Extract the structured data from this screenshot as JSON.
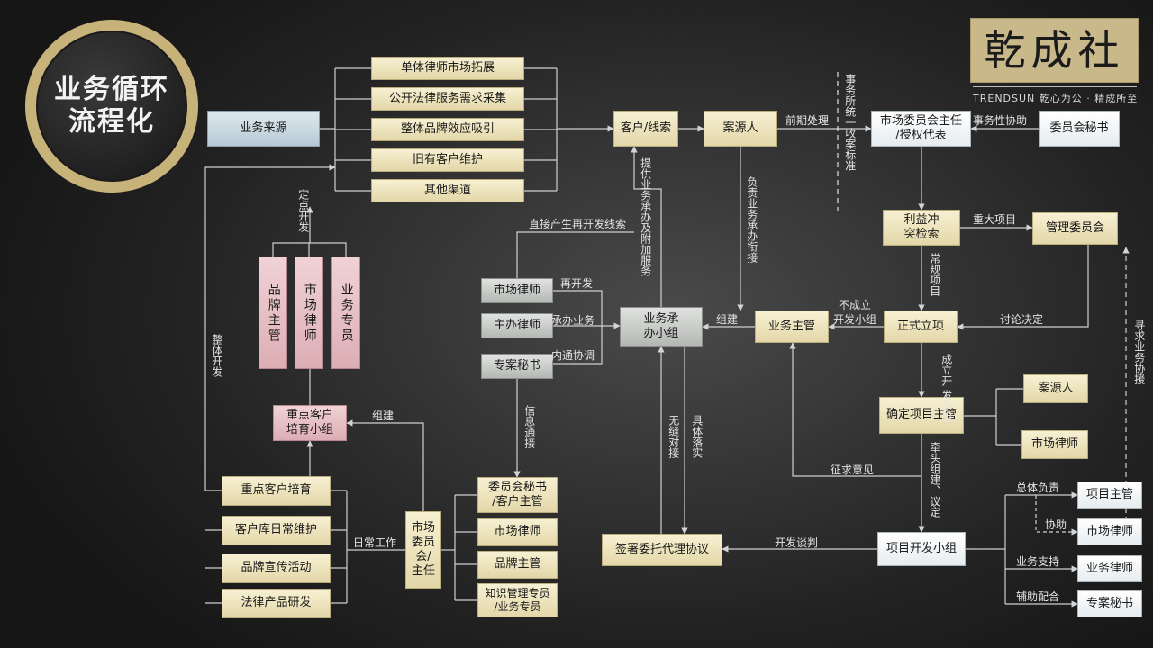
{
  "title": {
    "line1": "业务循环",
    "line2": "流程化"
  },
  "logo": {
    "mark": "乾成社",
    "brand": "TRENDSUN",
    "slogan": "乾心为公 · 精成所至"
  },
  "sources": {
    "origin": "业务来源",
    "channels": [
      "单体律师市场拓展",
      "公开法律服务需求采集",
      "整体品牌效应吸引",
      "旧有客户维护",
      "其他渠道"
    ]
  },
  "pipeline": {
    "client": "客户/线索",
    "case_source": "案源人",
    "committee_head": "市场委员会主任\n/授权代表",
    "committee_secretary": "委员会秘书",
    "conflict_check": "利益冲\n突检索",
    "management": "管理委员会",
    "formal": "正式立项",
    "supervisor": "业务主管",
    "handling_team": "业务承\n办小组",
    "confirm_lead": "确定项目主管",
    "dev_team": "项目开发小组",
    "sign": "签署委托代理协议"
  },
  "confirm_roles": [
    "案源人",
    "市场律师"
  ],
  "dev_roles": [
    "项目主管",
    "市场律师",
    "业务律师",
    "专案秘书"
  ],
  "handling_members": [
    "市场律师",
    "主办律师",
    "专案秘书"
  ],
  "key_client": {
    "members": [
      "品牌主管",
      "市场律师",
      "业务专员"
    ],
    "group": "重点客户\n培育小组",
    "tasks": [
      "重点客户培育",
      "客户库日常维护",
      "品牌宣传活动",
      "法律产品研发"
    ],
    "chair": "市场\n委员\n会/\n主任",
    "staff": [
      "委员会秘书\n/客户主管",
      "市场律师",
      "品牌主管",
      "知识管理专员\n/业务专员"
    ]
  },
  "labels": {
    "pre_process": "前期处理",
    "affair_coord": "事务性协助",
    "major_project": "重大项目",
    "discuss": "讨论决定",
    "routine": "常规项目",
    "not_formed": "不成立\n开发小组",
    "form_group": "组建",
    "formed": "成立开\n发小组",
    "seek_opinion": "征求意见",
    "lead_build": "牵头组建、议定",
    "develop_negotiate": "开发谈判",
    "specific_impl": "具体落实",
    "seamless": "无缝对接",
    "extra_service": "提供业务承办及附加服务",
    "responsible": "负责业务承办衔接",
    "direct_lead": "直接产生再开发线索",
    "redevelop": "再开发",
    "undertake": "承办业务",
    "internal": "内通协调",
    "info_link": "信息通接",
    "daily_work": "日常工作",
    "build": "组建",
    "targeted": "定点开发",
    "overall": "整体开发",
    "unified": "事务所统一收案标准",
    "seek_support": "寻求业务协援",
    "overall_lead": "总体负责",
    "assist": "协助",
    "support": "业务支持",
    "coordinate": "辅助配合"
  }
}
